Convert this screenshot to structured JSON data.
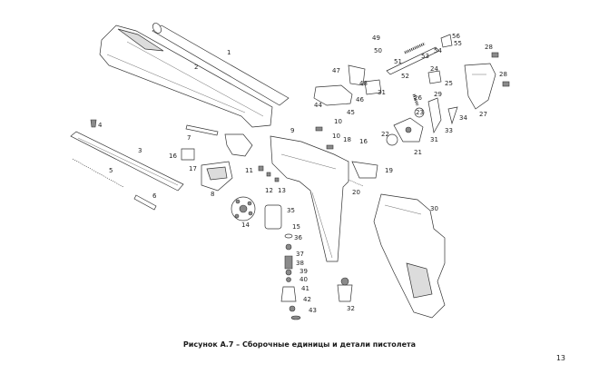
{
  "figure": {
    "caption": "Рисунок А.7 – Сборочные единицы и детали пистолета",
    "page_number": "13",
    "part_labels": [
      "1",
      "2",
      "3",
      "4",
      "5",
      "6",
      "7",
      "8",
      "9",
      "10",
      "10",
      "11",
      "12",
      "13",
      "14",
      "15",
      "16",
      "16",
      "17",
      "18",
      "19",
      "20",
      "21",
      "22",
      "23",
      "24",
      "25",
      "26",
      "27",
      "28",
      "28",
      "29",
      "30",
      "31",
      "31",
      "32",
      "33",
      "34",
      "35",
      "36",
      "37",
      "38",
      "39",
      "40",
      "41",
      "42",
      "43",
      "44",
      "45",
      "46",
      "47",
      "48",
      "49",
      "50",
      "51",
      "52",
      "53",
      "54",
      "55",
      "56"
    ]
  }
}
